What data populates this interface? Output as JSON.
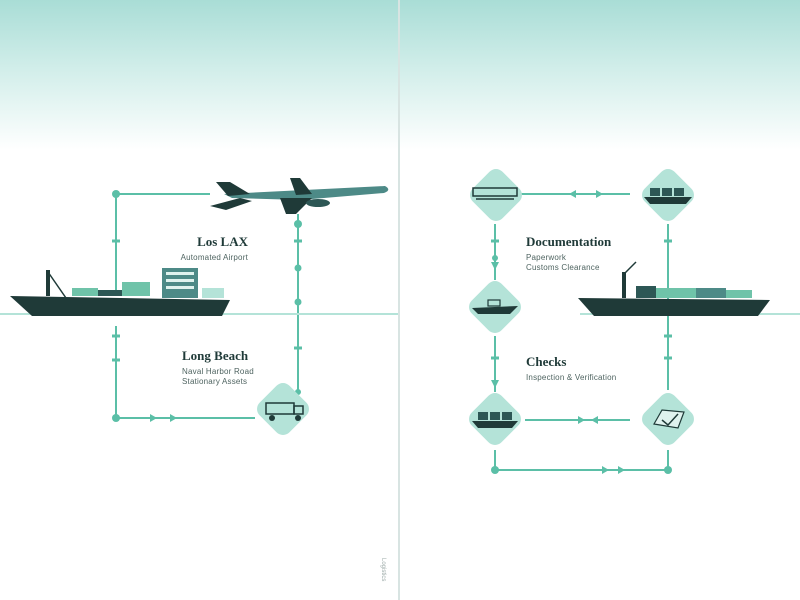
{
  "left": {
    "label_lax": {
      "title": "Los LAX",
      "subtitle": "Automated Airport"
    },
    "label_long_beach": {
      "title": "Long Beach",
      "subtitle": "Naval Harbor Road",
      "subtitle2": "Stationary Assets"
    }
  },
  "right": {
    "label_documentation": {
      "title": "Documentation",
      "subtitle": "Paperwork",
      "subtitle2": "Customs Clearance"
    },
    "label_checks": {
      "title": "Checks",
      "subtitle": "Inspection & Verification"
    }
  },
  "footer": {
    "side_text": "Logistics"
  },
  "colors": {
    "teal": "#5bbfa7",
    "teal_light": "#b4e3d8",
    "dark": "#1f3a38",
    "ship_green": "#6fc3a9"
  },
  "icons": [
    "airplane-icon",
    "cargo-ship-icon",
    "truck-icon",
    "container-ship-icon",
    "documents-icon",
    "hand-truck-icon",
    "checkmark-document-icon",
    "arrow-icon"
  ]
}
